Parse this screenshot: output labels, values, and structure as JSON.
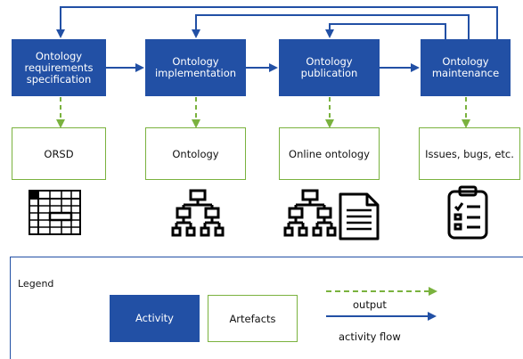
{
  "activities": [
    {
      "id": "spec",
      "label": "Ontology\nrequirements\nspecification"
    },
    {
      "id": "impl",
      "label": "Ontology\nimplementation"
    },
    {
      "id": "pub",
      "label": "Ontology\npublication"
    },
    {
      "id": "maint",
      "label": "Ontology\nmaintenance"
    }
  ],
  "artefacts": [
    {
      "id": "orsd",
      "label": "ORSD"
    },
    {
      "id": "onto",
      "label": "Ontology"
    },
    {
      "id": "online",
      "label": "Online ontology"
    },
    {
      "id": "issues",
      "label": "Issues, bugs, etc."
    }
  ],
  "icons": [
    "table-icon",
    "hierarchy-icon",
    "hierarchy-document-icon",
    "checklist-clipboard-icon"
  ],
  "legend": {
    "title": "Legend",
    "activity": "Activity",
    "artefacts": "Artefacts",
    "output": "output",
    "activity_flow": "activity flow"
  },
  "colors": {
    "activity_blue": "#2250a5",
    "artefact_green": "#7ab23e"
  }
}
